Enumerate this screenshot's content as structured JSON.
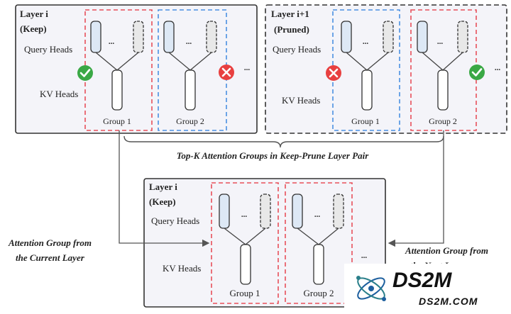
{
  "panels": {
    "top_left": {
      "title_line1": "Layer i",
      "title_line2": "(Keep)",
      "query_label": "Query Heads",
      "kv_label": "KV Heads",
      "group1_label": "Group 1",
      "group2_label": "Group 2",
      "group1_status": "keep",
      "group2_status": "prune"
    },
    "top_right": {
      "title_line1": "Layer i+1",
      "title_line2": "(Pruned)",
      "query_label": "Query Heads",
      "kv_label": "KV Heads",
      "group1_label": "Group 1",
      "group2_label": "Group 2",
      "group1_status": "prune",
      "group2_status": "keep"
    },
    "bottom": {
      "title_line1": "Layer i",
      "title_line2": "(Keep)",
      "query_label": "Query Heads",
      "kv_label": "KV Heads",
      "group1_label": "Group 1",
      "group2_label": "Group 2"
    }
  },
  "ellipsis": "...",
  "trailing_ellipsis": "...",
  "brace_caption": "Top-K Attention Groups in Keep-Prune Layer Pair",
  "left_caption_line1": "Attention Group from",
  "left_caption_line2": "the Current Layer",
  "right_caption_line1": "Attention Group from",
  "right_caption_line2": "the Next Layer",
  "watermark": {
    "logo_text": "DS2M",
    "url_text": "DS2M.COM"
  },
  "colors": {
    "keep_red": "#e8505b",
    "group_blue": "#4a90e2",
    "check_green": "#3aa845",
    "cross_red": "#e84040",
    "panel_bg": "#f4f4f9",
    "query_fill": "#dde8f5"
  }
}
